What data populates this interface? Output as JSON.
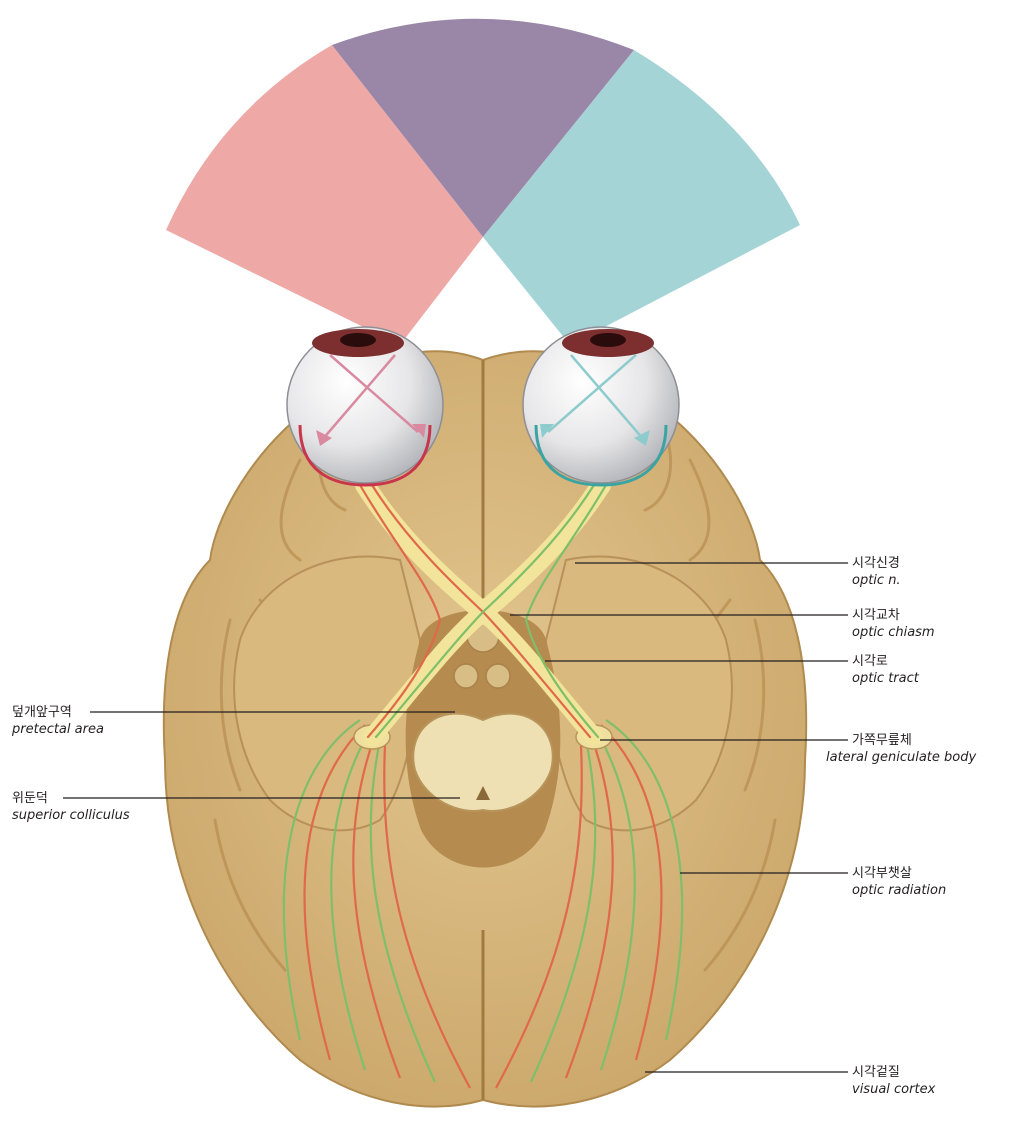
{
  "colors": {
    "field_left": "#eea9a7",
    "field_center": "#9a87a8",
    "field_right": "#a5d4d6",
    "brain": "#dcbd82",
    "brain_dark": "#c39a59",
    "brain_deep": "#b48a4c",
    "fiber_red": "#e0694a",
    "fiber_green": "#7fbf6a",
    "fiber_yellow": "#f2e49a",
    "leader_line": "#231f20"
  },
  "labels": {
    "optic_nerve": {
      "ko": "시각신경",
      "en": "optic n."
    },
    "optic_chiasm": {
      "ko": "시각교차",
      "en": "optic chiasm"
    },
    "optic_tract": {
      "ko": "시각로",
      "en": "optic tract"
    },
    "lateral_geniculate": {
      "ko": "가쪽무릎체",
      "en": "lateral geniculate body"
    },
    "optic_radiation": {
      "ko": "시각부챗살",
      "en": "optic radiation"
    },
    "visual_cortex": {
      "ko": "시각겉질",
      "en": "visual cortex"
    },
    "pretectal_area": {
      "ko": "덮개앞구역",
      "en": "pretectal area"
    },
    "superior_colliculus": {
      "ko": "위둔덕",
      "en": "superior colliculus"
    }
  }
}
